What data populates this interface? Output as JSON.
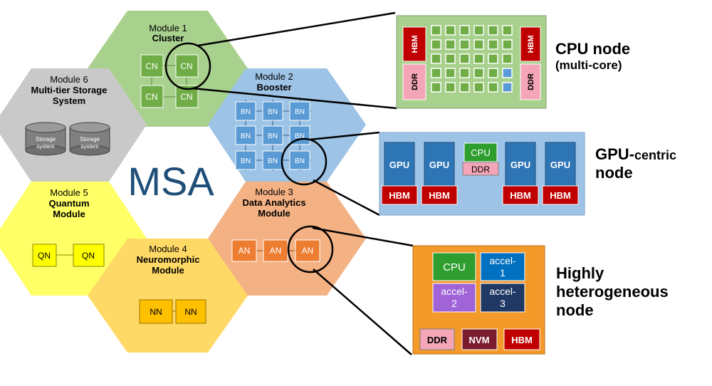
{
  "center_label": "MSA",
  "modules": {
    "m1": {
      "line1": "Module 1",
      "line2": "Cluster",
      "line3": "",
      "color": "#a9d18e",
      "node": "CN"
    },
    "m2": {
      "line1": "Module 2",
      "line2": "Booster",
      "line3": "",
      "color": "#9dc3e6",
      "node": "BN"
    },
    "m3": {
      "line1": "Module 3",
      "line2": "Data Analytics",
      "line3": "Module",
      "color": "#f4b183",
      "node": "AN"
    },
    "m4": {
      "line1": "Module 4",
      "line2": "Neuromorphic",
      "line3": "Module",
      "color": "#ffd966",
      "node": "NN"
    },
    "m5": {
      "line1": "Module 5",
      "line2": "Quantum",
      "line3": "Module",
      "color": "#ffff66",
      "node": "QN"
    },
    "m6": {
      "line1": "Module 6",
      "line2": "Multi-tier Storage",
      "line3": "System",
      "color": "#c9c9c9",
      "storage_line1": "Storage",
      "storage_line2": "system"
    }
  },
  "cpu_node": {
    "label_main": "CPU node",
    "label_sub": "(multi-core)",
    "hbm": "HBM",
    "ddr": "DDR"
  },
  "gpu_node": {
    "label_main": "GPU-",
    "label_main_small": "centric",
    "label_line2": "node",
    "gpu": "GPU",
    "hbm": "HBM",
    "cpu": "CPU",
    "ddr": "DDR"
  },
  "het_node": {
    "label_line1": "Highly",
    "label_line2": "heterogeneous",
    "label_line3": "node",
    "cpu": "CPU",
    "accel1_a": "accel-",
    "accel1_b": "1",
    "accel2_a": "accel-",
    "accel2_b": "2",
    "accel3_a": "accel-",
    "accel3_b": "3",
    "ddr": "DDR",
    "nvm": "NVM",
    "hbm": "HBM"
  },
  "colors": {
    "cluster_box": "#70ad47",
    "booster_box": "#5b9bd5",
    "analytics_box": "#ed7d31",
    "neuro_box": "#ffc000",
    "quantum_box": "#ffff00",
    "storage_cyl": "#7f7f7f",
    "hbm_red": "#c00000",
    "ddr_pink": "#f4a6b8",
    "gpu_blue": "#2e75b6",
    "msa_text": "#1f4e79",
    "nvm_dark": "#7b1c2e",
    "accel_blue": "#0070c0",
    "accel_purple": "#a064d8",
    "accel_navy": "#203864"
  }
}
